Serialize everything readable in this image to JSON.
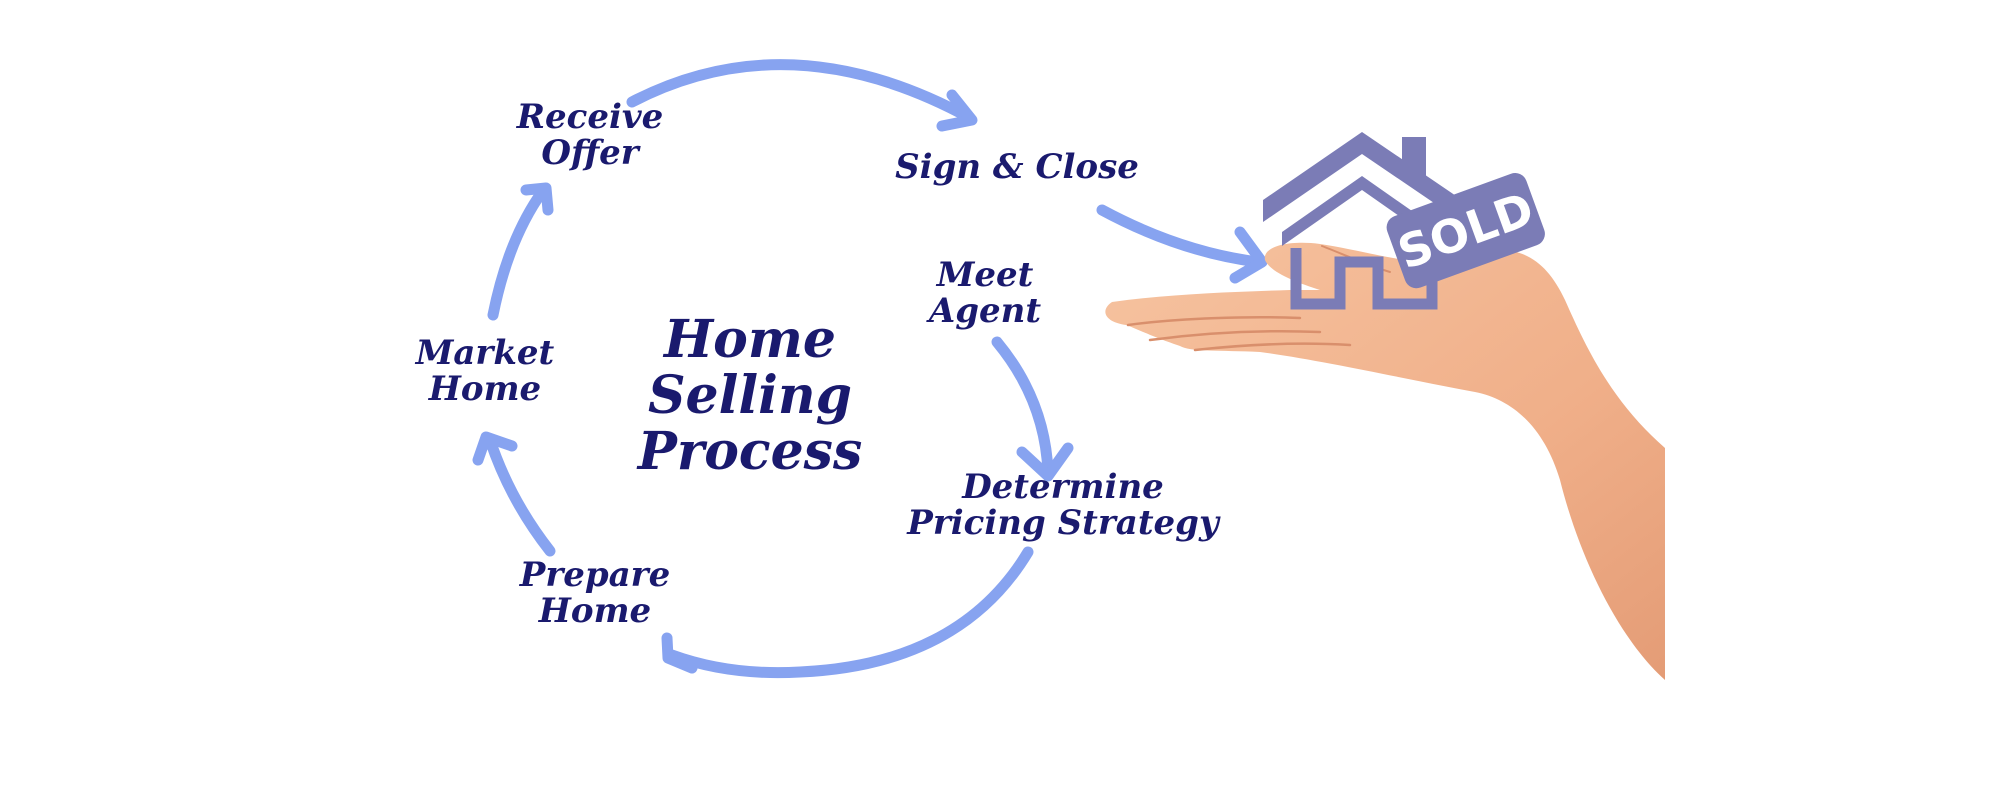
{
  "diagram": {
    "title_lines": [
      "Home",
      "Selling",
      "Process"
    ],
    "steps": [
      {
        "id": "receive-offer",
        "lines": [
          "Receive",
          "Offer"
        ]
      },
      {
        "id": "sign-close",
        "lines": [
          "Sign & Close"
        ]
      },
      {
        "id": "meet-agent",
        "lines": [
          "Meet",
          "Agent"
        ]
      },
      {
        "id": "determine-pricing",
        "lines": [
          "Determine",
          "Pricing Strategy"
        ]
      },
      {
        "id": "prepare-home",
        "lines": [
          "Prepare",
          "Home"
        ]
      },
      {
        "id": "market-home",
        "lines": [
          "Market",
          "Home"
        ]
      }
    ],
    "sign_text": "SOLD",
    "colors": {
      "arrow": "#87a3f0",
      "text": "#1a1a6e",
      "house": "#7b7cb6",
      "skin": "#f1b48f",
      "background": "#ffffff"
    }
  }
}
